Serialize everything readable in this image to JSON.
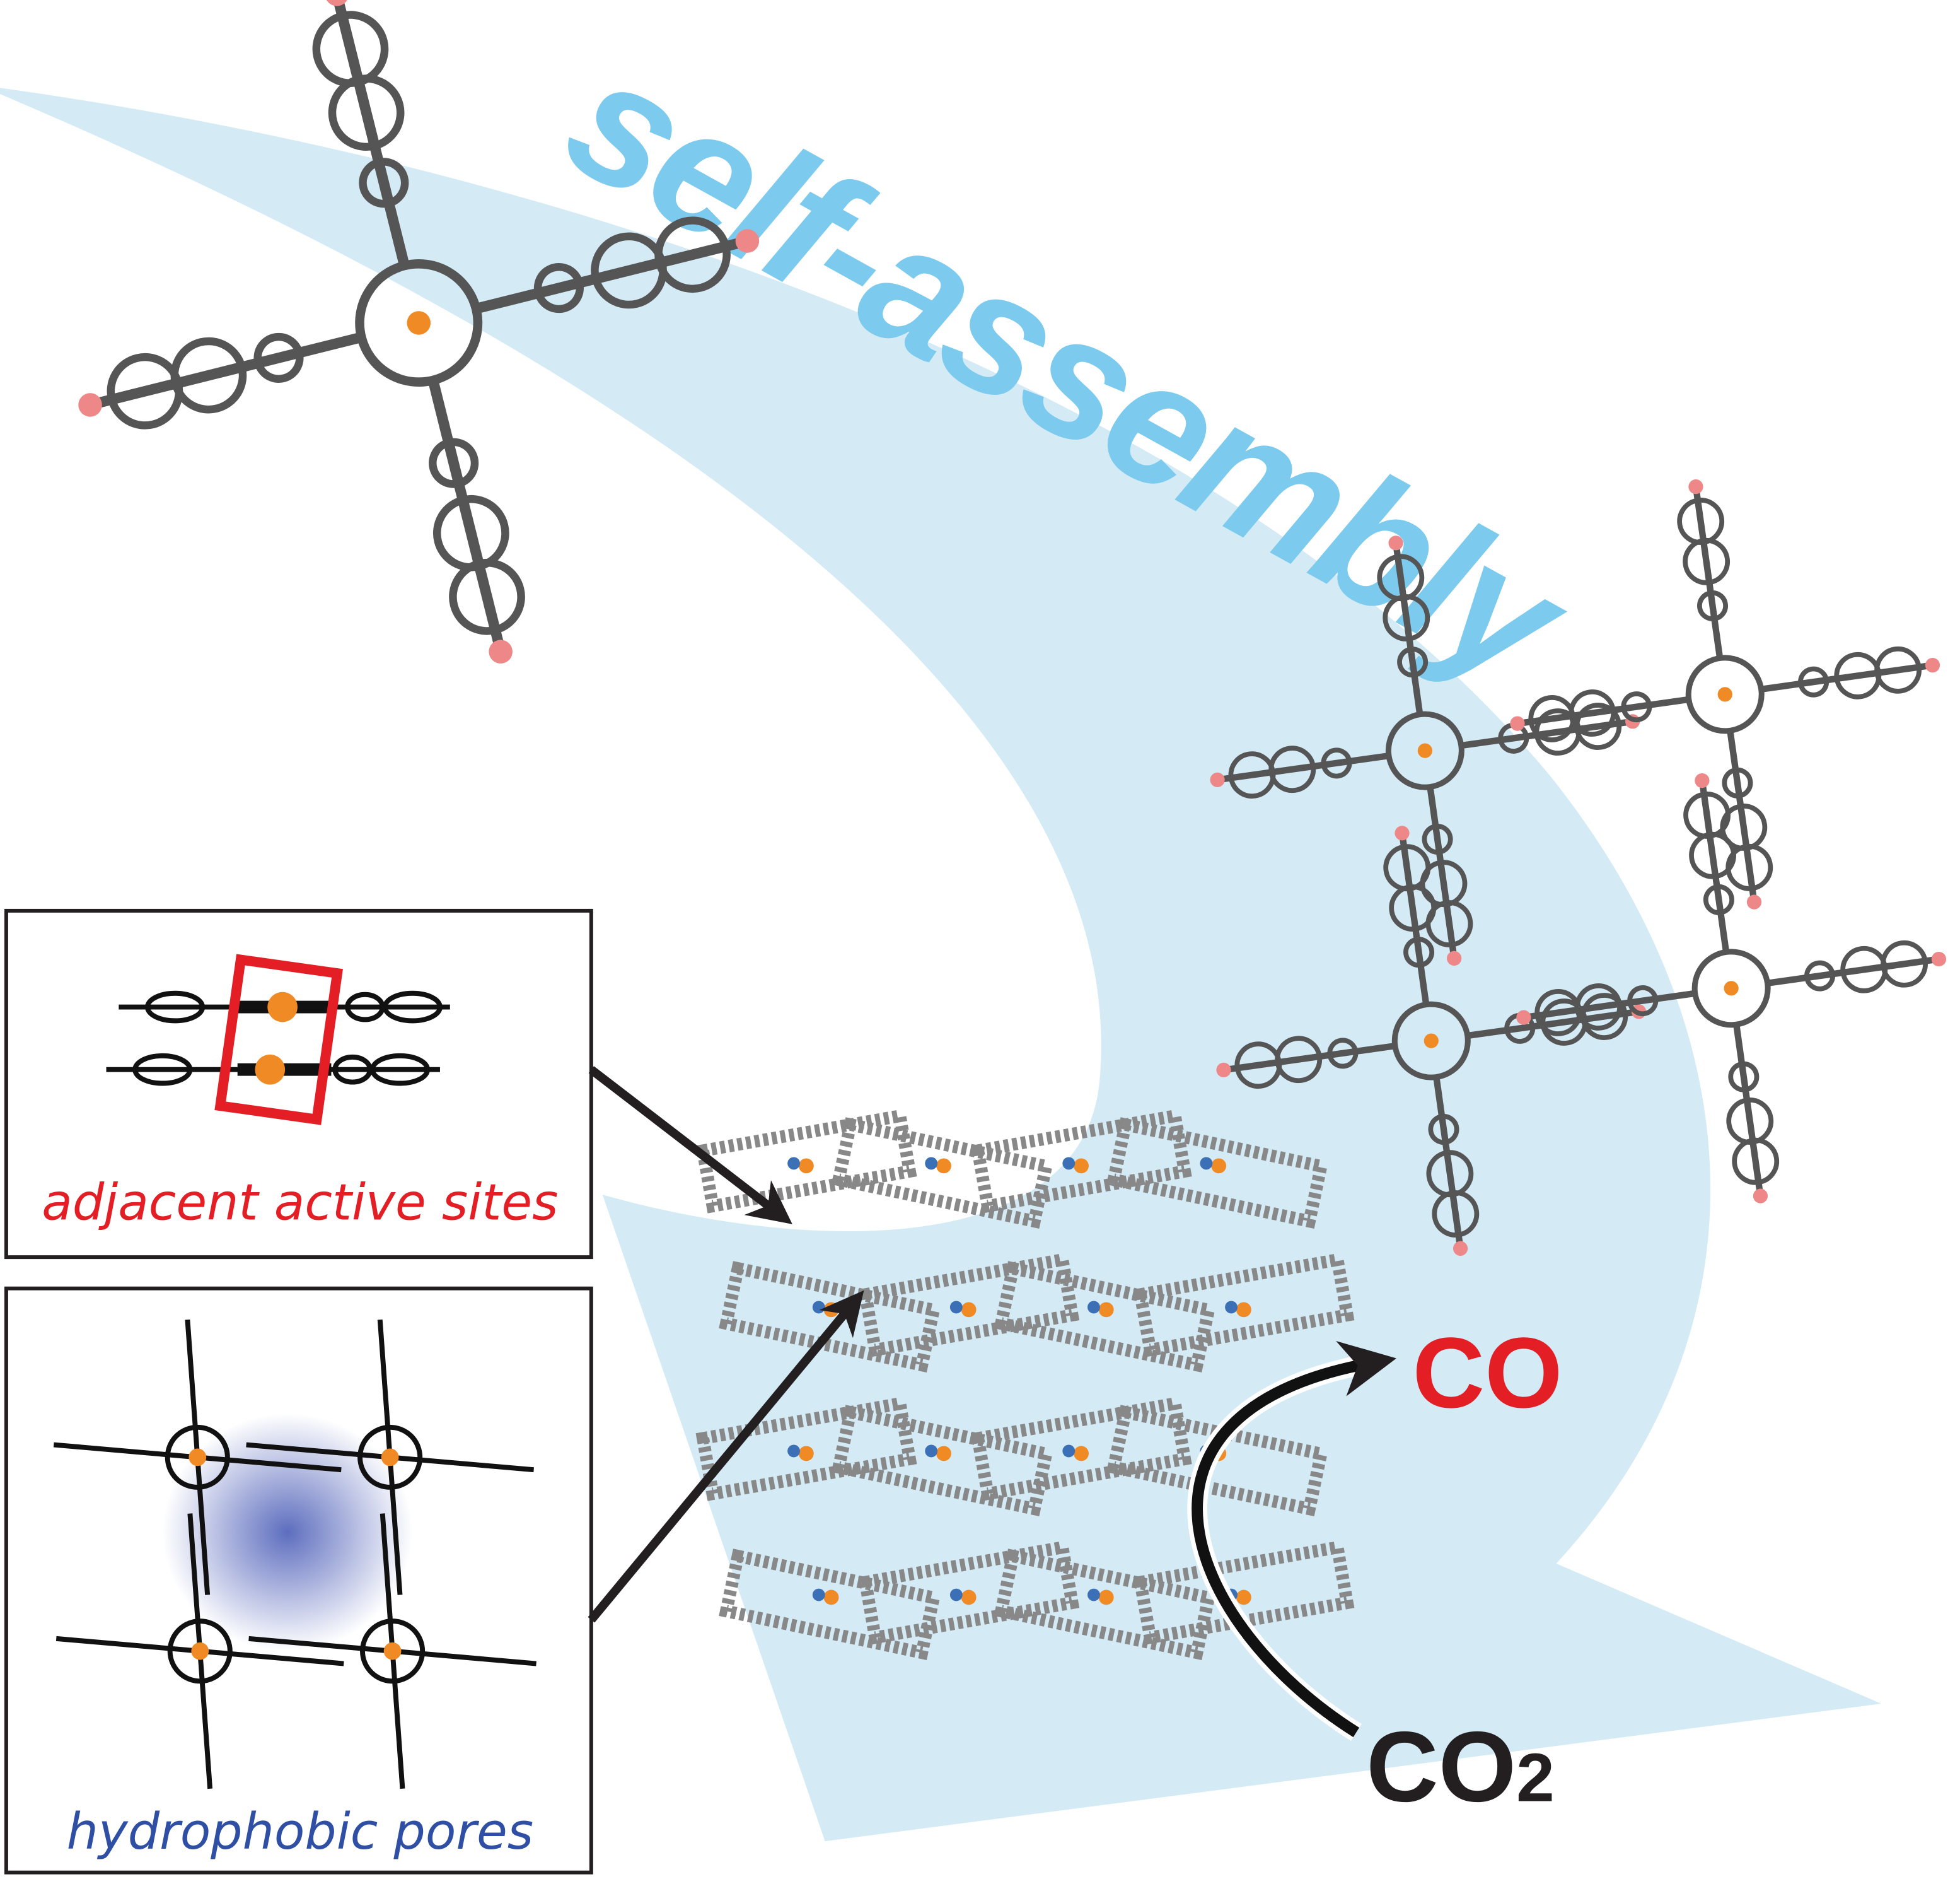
{
  "title_text": "self-assembly",
  "product_label": "CO",
  "reactant_label": {
    "main": "CO",
    "subscript": "2"
  },
  "inset_top": {
    "caption": "adjacent active sites"
  },
  "inset_bottom": {
    "caption": "hydrophobic pores"
  },
  "colors": {
    "swoosh": "#d4ebf6",
    "title": "#7ccbee",
    "product": "#e31e24",
    "caption_red": "#e31e24",
    "caption_blue": "#2e4fa3",
    "metal": "#f08a24",
    "molecule": "#555555",
    "pore": "#5566bb"
  }
}
